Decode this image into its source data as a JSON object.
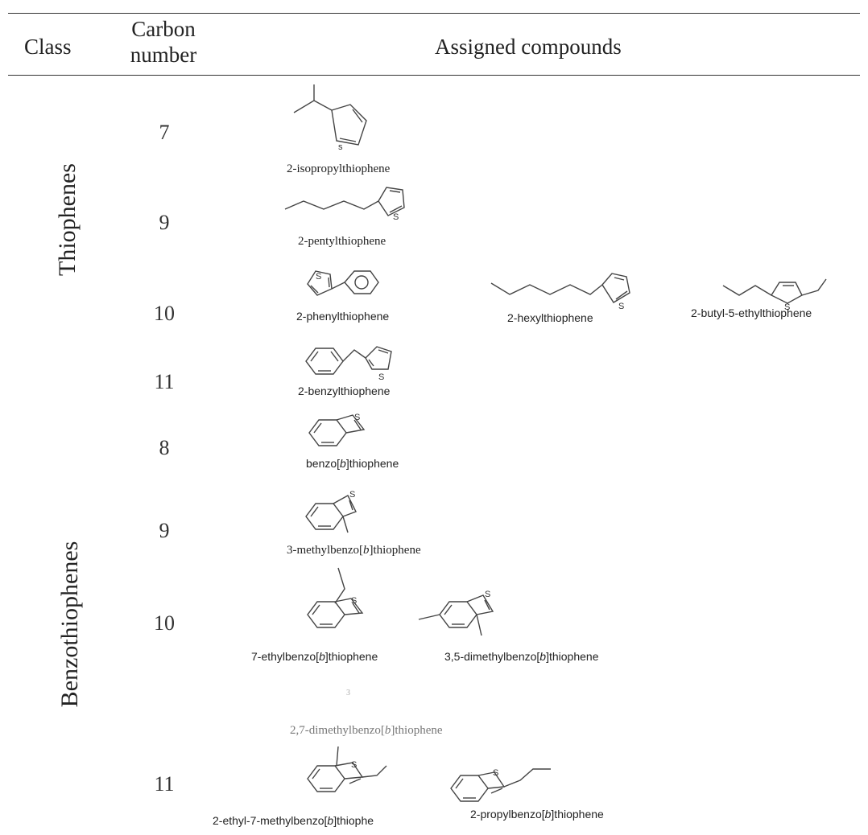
{
  "header": {
    "class": "Class",
    "carbon_number_line1": "Carbon",
    "carbon_number_line2": "number",
    "assigned": "Assigned compounds"
  },
  "classes": {
    "thiophenes": "Thiophenes",
    "benzothiophenes": "Benzothiophenes"
  },
  "rows": {
    "t7": "7",
    "t9": "9",
    "t10": "10",
    "t11": "11",
    "b8": "8",
    "b9": "9",
    "b10": "10",
    "b11": "11"
  },
  "compounds": {
    "isopropylthiophene": "2-isopropylthiophene",
    "pentylthiophene": "2-pentylthiophene",
    "phenylthiophene": "2-phenylthiophene",
    "hexylthiophene": "2-hexylthiophene",
    "butylethylthiophene": "2-butyl-5-ethylthiophene",
    "benzylthiophene": "2-benzylthiophene",
    "benzothiophene_pre": "benzo[",
    "benzothiophene_b": "b",
    "benzothiophene_post": "]thiophene",
    "methylbenzo_pre": "3-methylbenzo[",
    "methylbenzo_b": "b",
    "methylbenzo_post": "]thiophene",
    "ethylbenzo_pre": "7-ethylbenzo[",
    "ethylbenzo_b": "b",
    "ethylbenzo_post": "]thiophene",
    "dimethyl35_pre": "3,5-dimethylbenzo[",
    "dimethyl35_b": "b",
    "dimethyl35_post": "]thiophene",
    "dimethyl27_pre": "2,7-dimethylbenzo[",
    "dimethyl27_b": "b",
    "dimethyl27_post": "]thiophene",
    "ethylmethyl_pre": "2-ethyl-7-methylbenzo[",
    "ethylmethyl_b": "b",
    "ethylmethyl_post": "]thiophe",
    "propylbenzo_pre": "2-propylbenzo[",
    "propylbenzo_b": "b",
    "propylbenzo_post": "]thiophene"
  },
  "atoms": {
    "s": "S",
    "s_lower": "s"
  },
  "artifact": "3"
}
